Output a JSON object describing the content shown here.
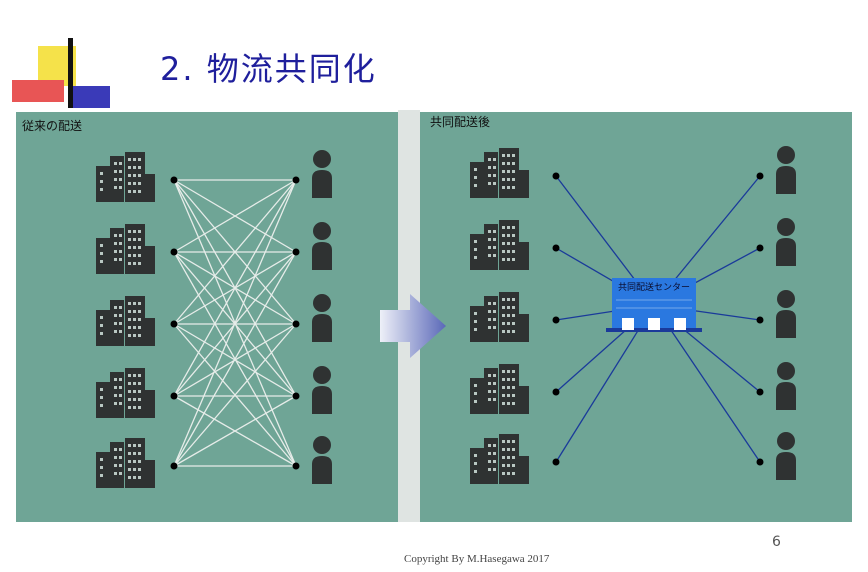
{
  "slide": {
    "title": "2. 物流共同化",
    "page_number": "6",
    "copyright": "Copyright By M.Hasegawa 2017"
  },
  "before_panel": {
    "label": "従来の配送",
    "senders": 5,
    "receivers": 5
  },
  "after_panel": {
    "label": "共同配送後",
    "senders": 5,
    "receivers": 5,
    "center_label": "共同配送センター"
  },
  "colors": {
    "panel_bg": "#6fa596",
    "divider": "#dfe4e2",
    "figure": "#2f3232",
    "title": "#1f1f9c",
    "center": "#2a78e0",
    "route_line": "#1a3a9a",
    "cross_line": "#e6ece9",
    "arrow": "#5a68b8"
  },
  "icons": {
    "sender": "building-icon",
    "receiver": "person-icon",
    "transition": "arrow-right-icon",
    "logo": "slide-logo-icon"
  }
}
